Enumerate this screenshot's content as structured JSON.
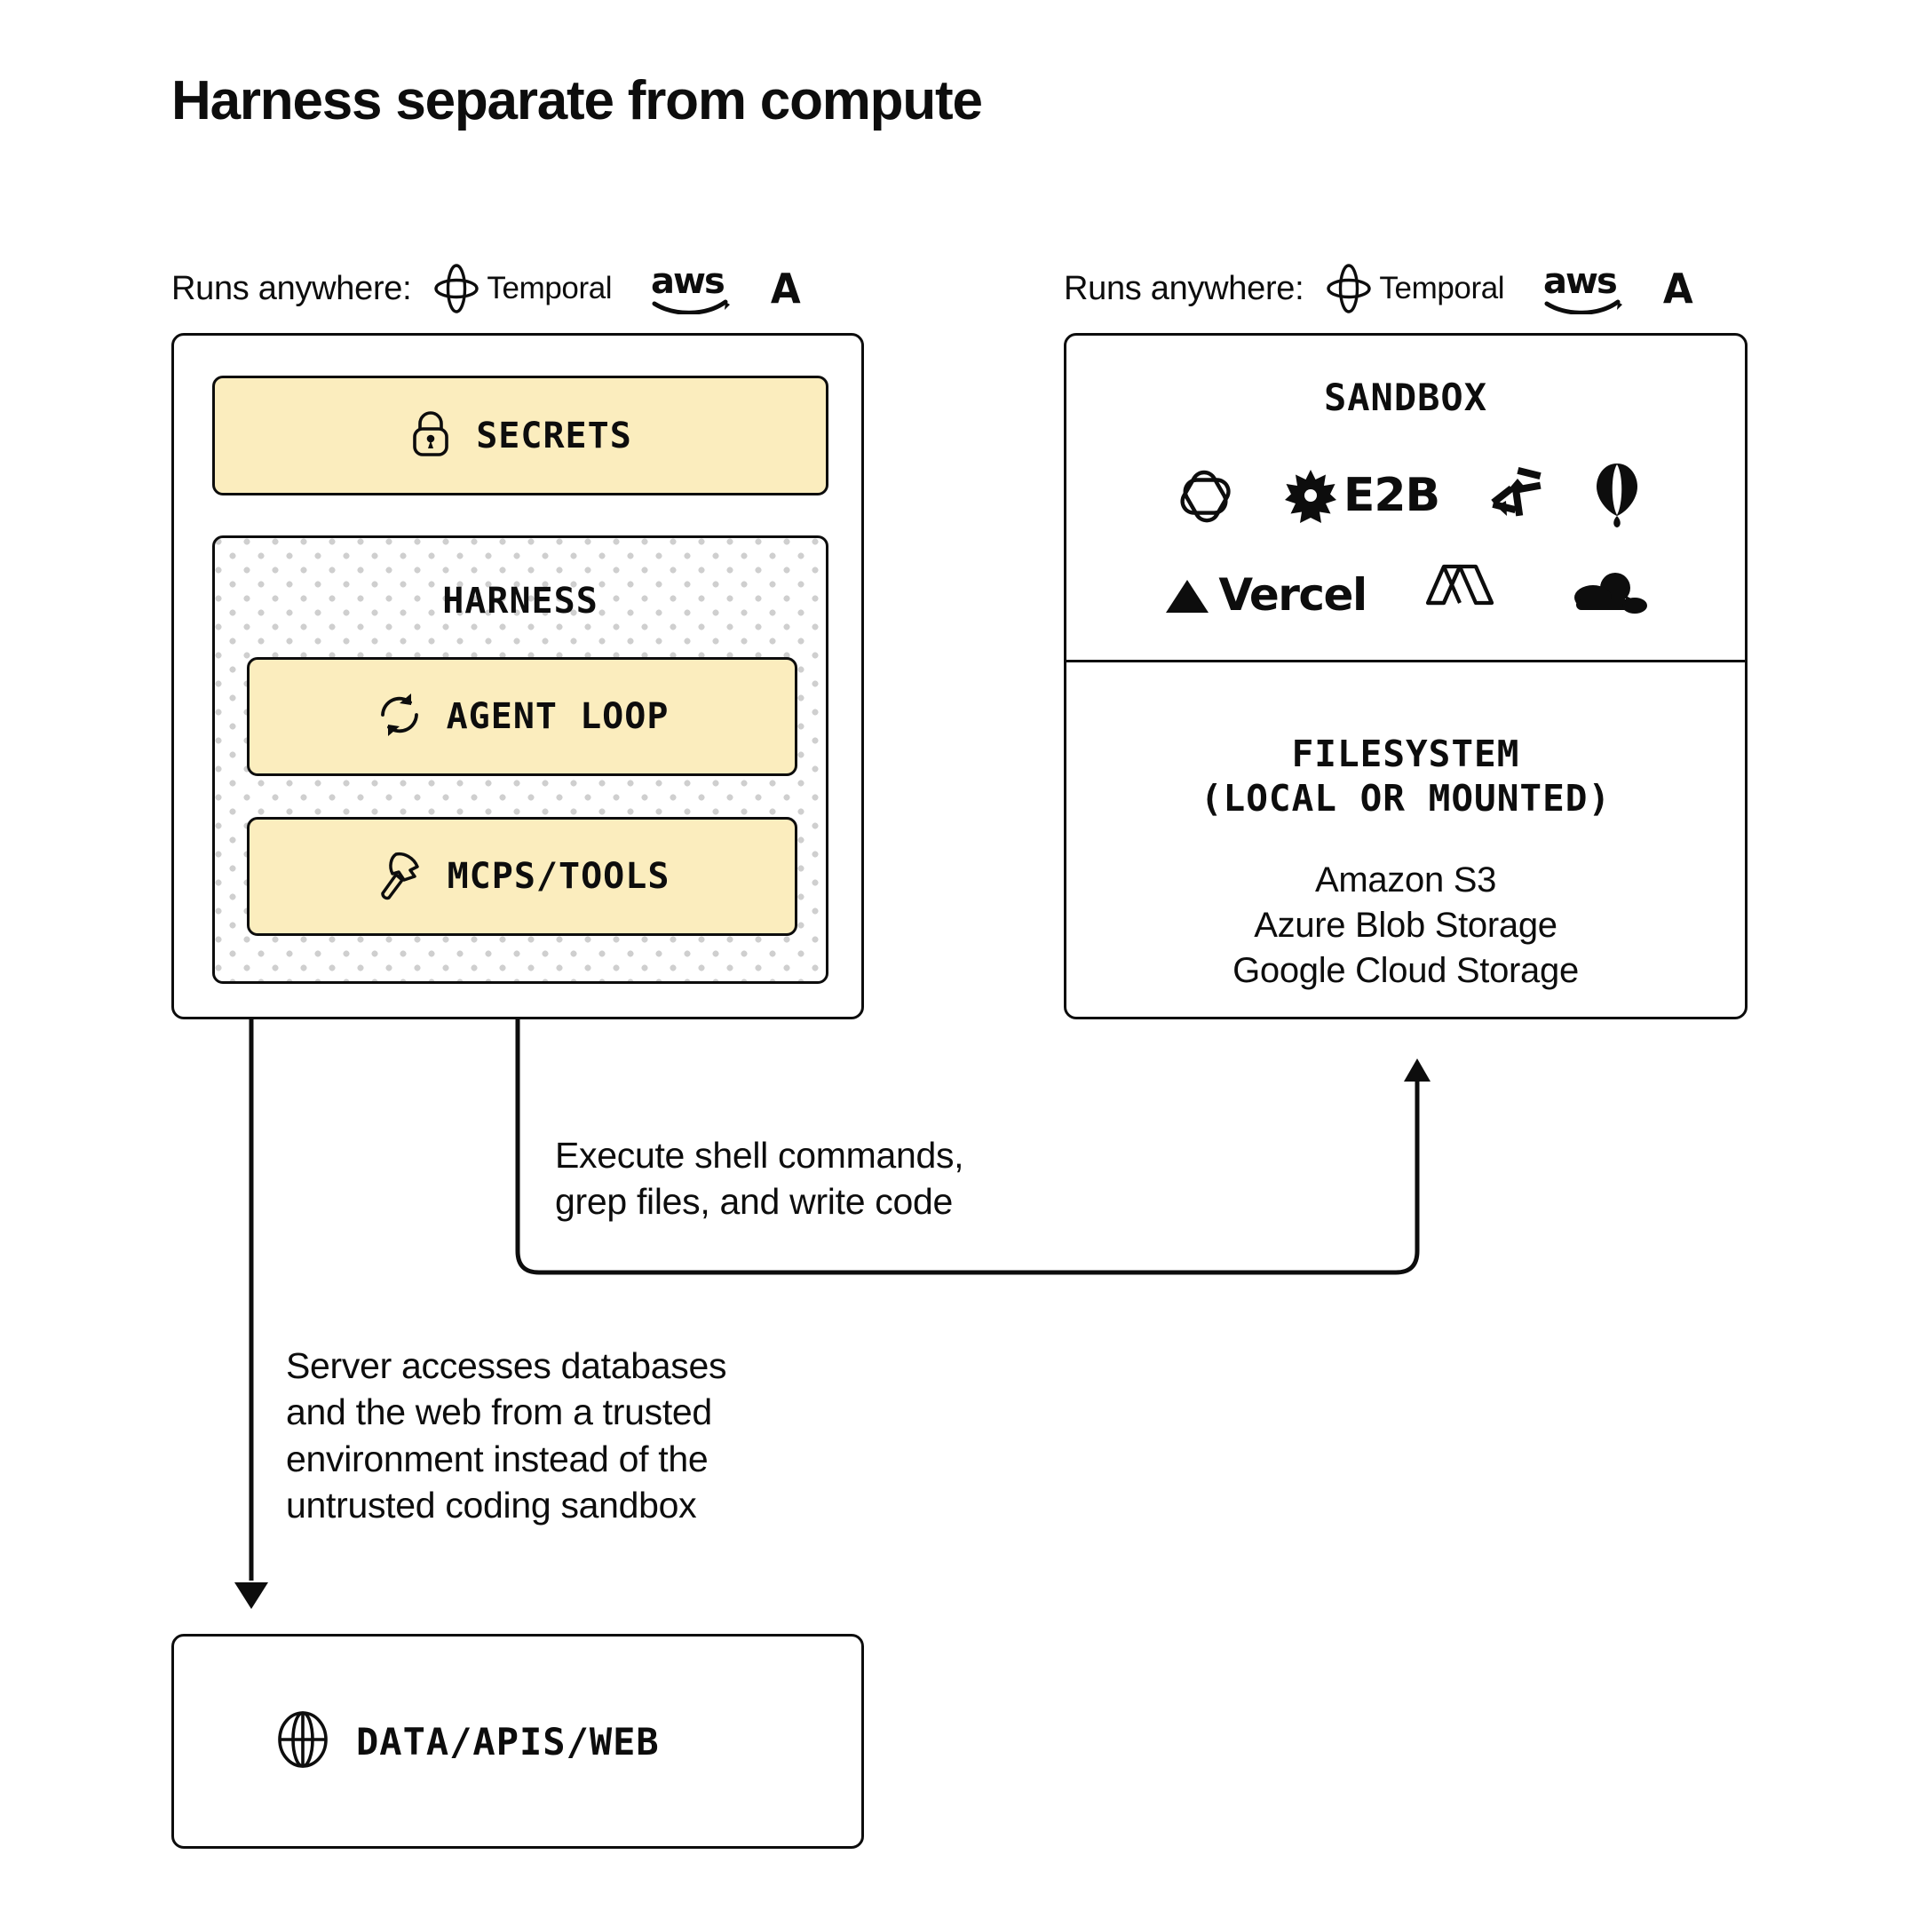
{
  "page": {
    "title": "Harness separate from compute",
    "background": "#ffffff",
    "accent_yellow": "#fbedbe",
    "stroke": "#0d0d0d"
  },
  "runs_anywhere": {
    "label": "Runs anywhere:",
    "logos": [
      {
        "name": "temporal-logo",
        "text": "Temporal"
      },
      {
        "name": "aws-logo",
        "text": "aws"
      },
      {
        "name": "azure-logo",
        "text": "A"
      }
    ]
  },
  "server_panel": {
    "secrets": {
      "label": "SECRETS",
      "icon": "lock-icon"
    },
    "harness": {
      "title": "HARNESS",
      "items": [
        {
          "label": "AGENT LOOP",
          "icon": "refresh-loop-icon"
        },
        {
          "label": "MCPS/TOOLS",
          "icon": "hammer-icon"
        }
      ]
    }
  },
  "sandbox_panel": {
    "title": "SANDBOX",
    "providers": [
      {
        "name": "openai-logo",
        "text": ""
      },
      {
        "name": "e2b-logo",
        "text": "E2B"
      },
      {
        "name": "daytona-logo",
        "text": ""
      },
      {
        "name": "flyio-logo",
        "text": ""
      },
      {
        "name": "vercel-logo",
        "text": "Vercel"
      },
      {
        "name": "modal-logo",
        "text": ""
      },
      {
        "name": "cloudflare-logo",
        "text": ""
      }
    ],
    "filesystem": {
      "title_line1": "FILESYSTEM",
      "title_line2": "(LOCAL OR MOUNTED)",
      "items": [
        "Amazon S3",
        "Azure Blob Storage",
        "Google Cloud Storage"
      ]
    }
  },
  "data_panel": {
    "label": "DATA/APIS/WEB",
    "icon": "globe-icon"
  },
  "annotations": {
    "execute": "Execute shell commands,\ngrep files, and write code",
    "server_access": "Server accesses databases\nand the web from a trusted\nenvironment instead of the\nuntrusted coding sandbox"
  }
}
